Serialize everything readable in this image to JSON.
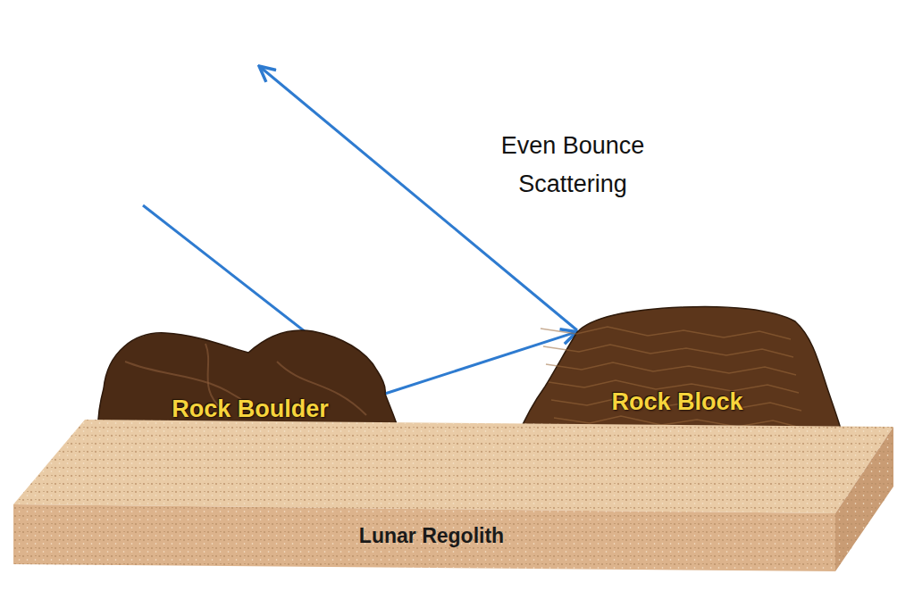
{
  "diagram": {
    "nodes": [
      {
        "text": [
          "Rock Boulder"
        ]
      },
      {
        "text": [
          "Rock Block"
        ]
      },
      {
        "text": [
          "Lunar Regolith"
        ]
      }
    ],
    "edges": [
      {
        "from": 0,
        "to": 1,
        "arrow": "to"
      }
    ],
    "labels": [
      "Even Bounce Scattering"
    ]
  }
}
